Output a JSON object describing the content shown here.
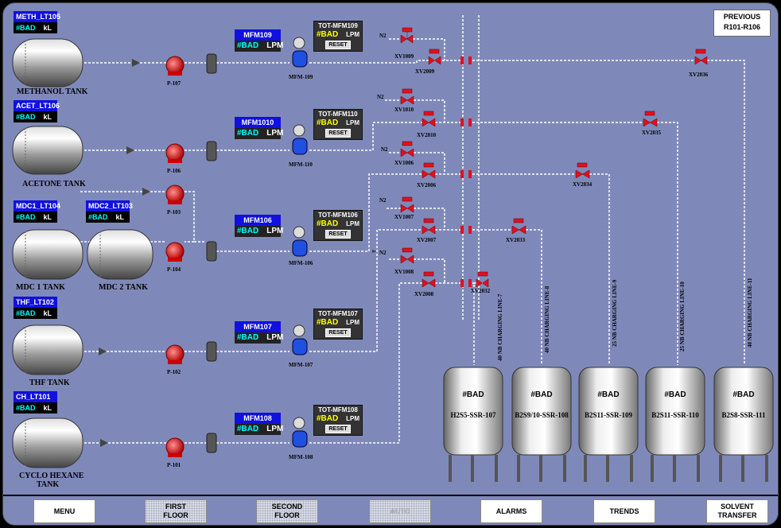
{
  "previous_button": {
    "line1": "PREVIOUS",
    "line2": "R101-R106"
  },
  "storage_tanks": [
    {
      "name": "METHANOL TANK",
      "tag": "METH_LT105",
      "value": "#BAD",
      "unit": "kL"
    },
    {
      "name": "ACETONE TANK",
      "tag": "ACET_LT106",
      "value": "#BAD",
      "unit": "kL"
    },
    {
      "name": "MDC 1 TANK",
      "tag": "MDC1_LT104",
      "value": "#BAD",
      "unit": "kL"
    },
    {
      "name": "MDC 2 TANK",
      "tag": "MDC2_LT103",
      "value": "#BAD",
      "unit": "kL"
    },
    {
      "name": "THF TANK",
      "tag": "THF_LT102",
      "value": "#BAD",
      "unit": "kL"
    },
    {
      "name": "CYCLO HEXANE",
      "name2": "TANK",
      "tag": "CH_LT101",
      "value": "#BAD",
      "unit": "kL"
    }
  ],
  "pumps": [
    "P-107",
    "P-106",
    "P-103",
    "P-104",
    "P-102",
    "P-101"
  ],
  "flow_meters": [
    {
      "tag": "MFM109",
      "value": "#BAD",
      "unit": "LPM",
      "label": "MFM-109",
      "tot_tag": "TOT-MFM109",
      "tot_value": "#BAD",
      "tot_unit": "LPM",
      "reset": "RESET"
    },
    {
      "tag": "MFM1010",
      "value": "#BAD",
      "unit": "LPM",
      "label": "MFM-110",
      "tot_tag": "TOT-MFM110",
      "tot_value": "#BAD",
      "tot_unit": "LPM",
      "reset": "RESET"
    },
    {
      "tag": "MFM106",
      "value": "#BAD",
      "unit": "LPM",
      "label": "MFM-106",
      "tot_tag": "TOT-MFM106",
      "tot_value": "#BAD",
      "tot_unit": "LPM",
      "reset": "RESET"
    },
    {
      "tag": "MFM107",
      "value": "#BAD",
      "unit": "LPM",
      "label": "MFM-107",
      "tot_tag": "TOT-MFM107",
      "tot_value": "#BAD",
      "tot_unit": "LPM",
      "reset": "RESET"
    },
    {
      "tag": "MFM108",
      "value": "#BAD",
      "unit": "LPM",
      "label": "MFM-108",
      "tot_tag": "TOT-MFM108",
      "tot_value": "#BAD",
      "tot_unit": "LPM",
      "reset": "RESET"
    }
  ],
  "n2": "N2",
  "valves": {
    "xv1009": "XV1009",
    "xv2009": "XV2009",
    "xv2036": "XV2036",
    "xv1010": "XV1010",
    "xv2010": "XV2010",
    "xv2035": "XV2035",
    "xv1006": "XV1006",
    "xv2006": "XV2006",
    "xv2034": "XV2034",
    "xv1007": "XV1007",
    "xv2007": "XV2007",
    "xv2033": "XV2033",
    "xv1008": "XV1008",
    "xv2008": "XV2008",
    "xv2032": "XV2032"
  },
  "charging_lines": [
    "40 NB CHARGING LINE-7",
    "40 NB CHARGING LINE-8",
    "25 NB CHARGING LINE-9",
    "25 NB CHARGING LINE-10",
    "40 NB CHARGING LINE-11"
  ],
  "reactors": [
    {
      "value": "#BAD",
      "name": "H2S5-SSR-107"
    },
    {
      "value": "#BAD",
      "name": "B2S9/10-SSR-108"
    },
    {
      "value": "#BAD",
      "name": "B2S11-SSR-109"
    },
    {
      "value": "#BAD",
      "name": "B2S11-SSR-110"
    },
    {
      "value": "#BAD",
      "name": "B2S8-SSR-111"
    }
  ],
  "bottom_buttons": {
    "menu": "MENU",
    "first_floor_1": "FIRST",
    "first_floor_2": "FLOOR",
    "second_floor_1": "SECOND",
    "second_floor_2": "FLOOR",
    "auto": "AUTO",
    "alarms": "ALARMS",
    "trends": "TRENDS",
    "solvent_1": "SOLVENT",
    "solvent_2": "TRANSFER"
  },
  "colors": {
    "background": "#7f89b9",
    "tag_header": "#1010e0",
    "bad_value": "#00ffff",
    "pump": "#e02020",
    "valve": "#e01020",
    "flow_meter": "#2050e0",
    "totalizer_value": "#ffff00"
  }
}
